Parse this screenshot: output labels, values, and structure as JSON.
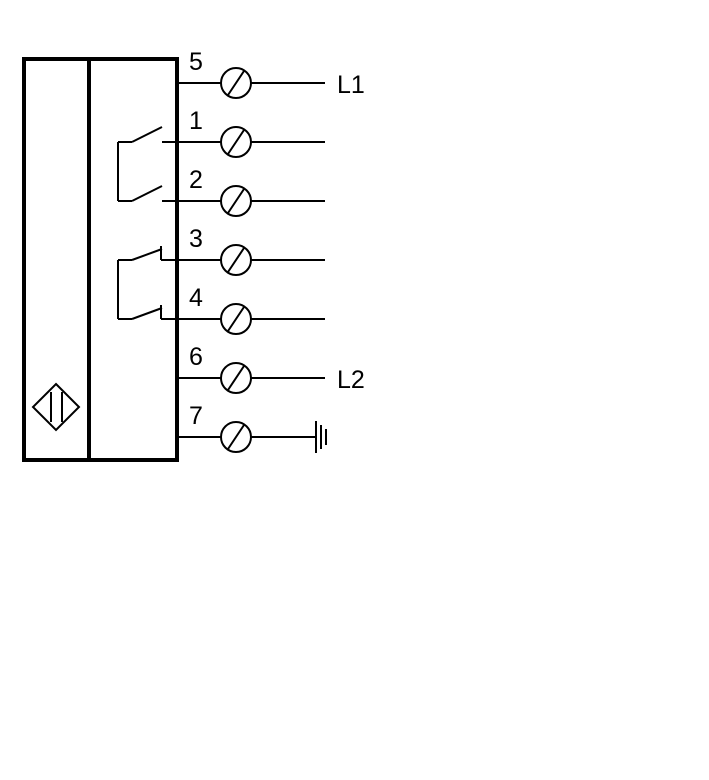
{
  "terminals": [
    {
      "number": "5",
      "line": "L1"
    },
    {
      "number": "1",
      "line": ""
    },
    {
      "number": "2",
      "line": ""
    },
    {
      "number": "3",
      "line": ""
    },
    {
      "number": "4",
      "line": ""
    },
    {
      "number": "6",
      "line": "L2"
    },
    {
      "number": "7",
      "line": ""
    }
  ],
  "symbols": {
    "sensor": "inductive-sensor-icon",
    "ground": "ground-icon",
    "terminal": "screw-terminal-icon"
  }
}
